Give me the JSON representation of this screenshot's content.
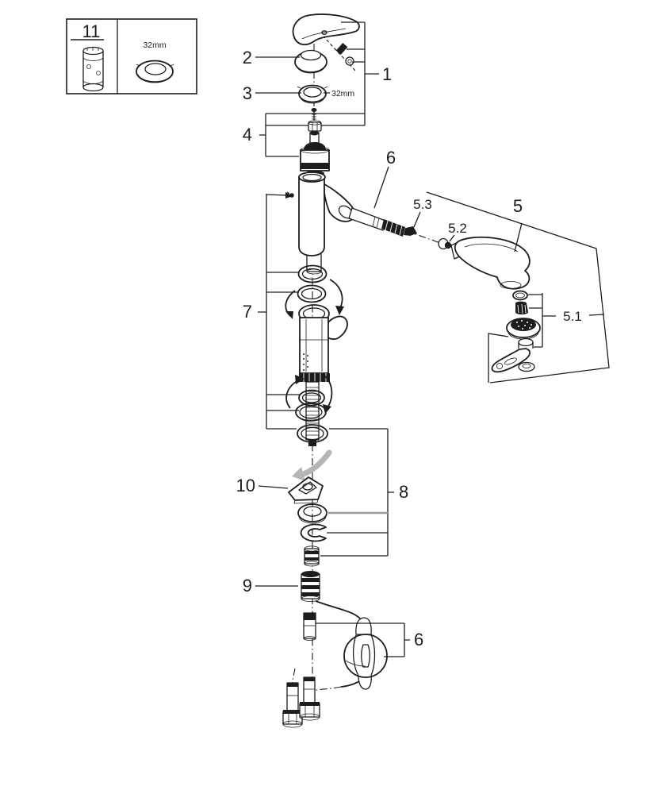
{
  "meta": {
    "diagram_type": "exploded-parts-diagram",
    "subject": "Single-lever kitchen faucet with pull-out spray, exploded service-parts view",
    "background_color": "#ffffff",
    "line_color": "#1d1d1b",
    "gray_line_color": "#9d9d9c",
    "gray_arrow_color": "#b5b5b5"
  },
  "reference_box": {
    "tool_callout": "11",
    "size_label": "32mm"
  },
  "callouts": {
    "c1": "1",
    "c2": "2",
    "c3": "3",
    "c4": "4",
    "c5": "5",
    "c5_1": "5.1",
    "c5_2": "5.2",
    "c5_3": "5.3",
    "c6_spout": "6",
    "c6_weight": "6",
    "c7": "7",
    "c8": "8",
    "c9": "9",
    "c10": "10",
    "size_note": "32mm"
  }
}
